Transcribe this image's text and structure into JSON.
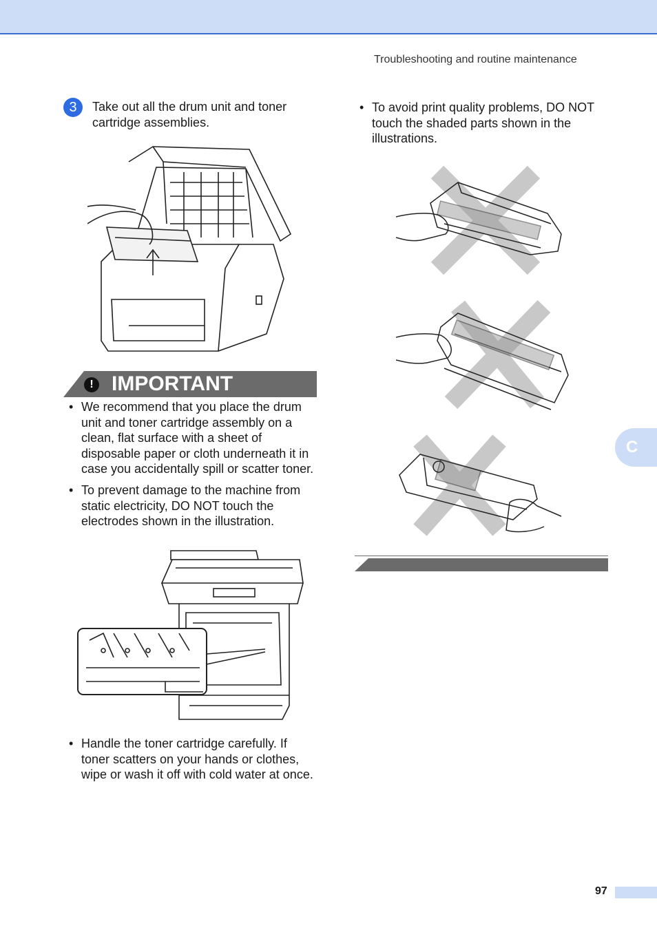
{
  "header": {
    "running_title": "Troubleshooting and routine maintenance"
  },
  "step": {
    "number": "3",
    "text_line1": "Take out all the drum unit and toner",
    "text_line2": "cartridge assemblies."
  },
  "important": {
    "icon": "!",
    "title": "IMPORTANT",
    "bullets": [
      {
        "lines": [
          "We recommend that you place the drum",
          "unit and toner cartridge assembly on a",
          "clean, flat surface with a sheet of",
          "disposable paper or cloth underneath it in",
          "case you accidentally spill or scatter toner."
        ]
      },
      {
        "lines": [
          "To prevent damage to the machine from",
          "static electricity, DO NOT touch the",
          "electrodes shown in the illustration."
        ]
      }
    ],
    "bullet_after_illustration": {
      "lines": [
        "Handle the toner cartridge carefully. If",
        "toner scatters on your hands or clothes,",
        "wipe or wash it off with cold water at once."
      ]
    }
  },
  "right_column": {
    "bullet": {
      "lines": [
        "To avoid print quality problems, DO NOT",
        "touch the shaded parts shown in the",
        "illustrations."
      ]
    }
  },
  "chapter_tab": {
    "letter": "C"
  },
  "footer": {
    "page_number": "97"
  },
  "colors": {
    "header_bar": "#cddcf7",
    "header_rule": "#3a6fd0",
    "step_badge": "#2e6be0",
    "important_bar": "#6b6b6b",
    "cross_gray": "#c8c8c8"
  },
  "icons": {
    "step_badge": "step-number-circle",
    "important_alert": "exclamation-icon",
    "bullet": "bullet-dot"
  }
}
